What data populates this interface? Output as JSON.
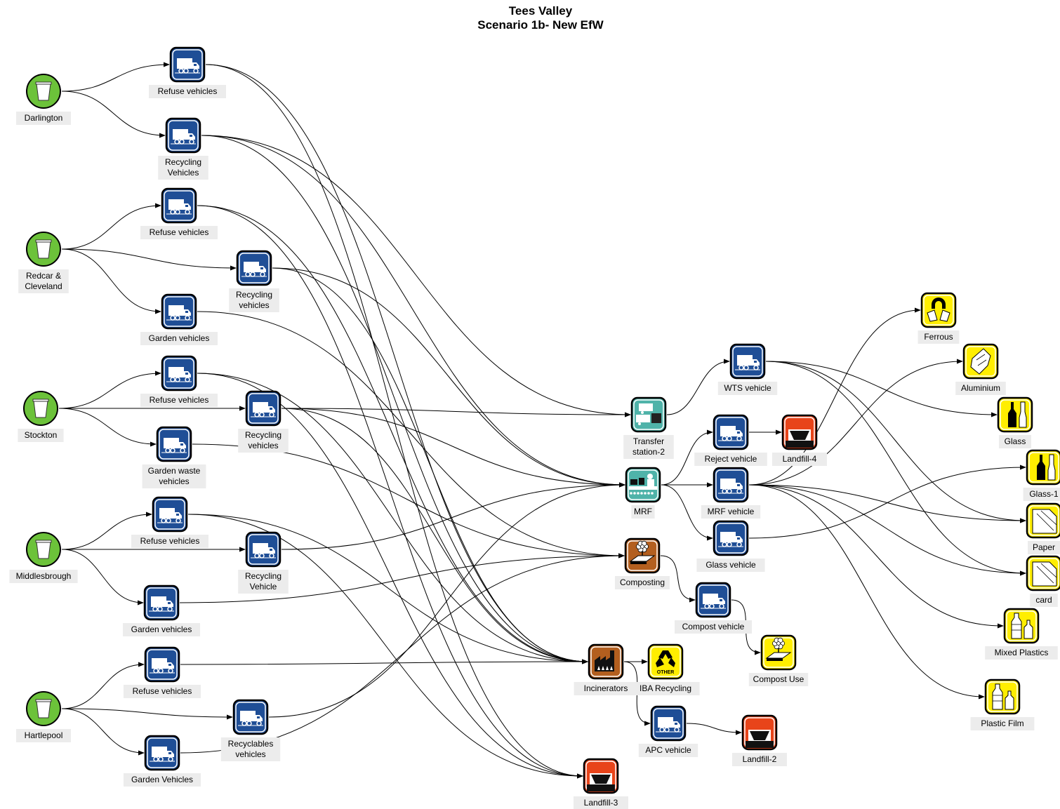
{
  "title": {
    "line1": "Tees Valley",
    "line2": "Scenario 1b- New EfW"
  },
  "colors": {
    "source": "#6cc23a",
    "vehicle": "#1f4e96",
    "transfer": "#4fb3a9",
    "composting": "#b35f1f",
    "incinerator": "#b35f1f",
    "landfill": "#e8441a",
    "product": "#ffee00",
    "edge": "#000000"
  },
  "nodes": [
    {
      "id": "darlington",
      "type": "source",
      "icon": "waste-bin-icon",
      "label": [
        "Darlington"
      ]
    },
    {
      "id": "redcar",
      "type": "source",
      "icon": "waste-bin-icon",
      "label": [
        "Redcar &",
        "Cleveland"
      ]
    },
    {
      "id": "stockton",
      "type": "source",
      "icon": "waste-bin-icon",
      "label": [
        "Stockton"
      ]
    },
    {
      "id": "middlesbrough",
      "type": "source",
      "icon": "waste-bin-icon",
      "label": [
        "Middlesbrough"
      ]
    },
    {
      "id": "hartlepool",
      "type": "source",
      "icon": "waste-bin-icon",
      "label": [
        "Hartlepool"
      ]
    },
    {
      "id": "d_refuse",
      "type": "vehicle",
      "icon": "truck-icon",
      "label": [
        "Refuse vehicles"
      ]
    },
    {
      "id": "d_recycling",
      "type": "vehicle",
      "icon": "truck-icon",
      "label": [
        "Recycling",
        "Vehicles"
      ]
    },
    {
      "id": "r_refuse",
      "type": "vehicle",
      "icon": "truck-icon",
      "label": [
        "Refuse vehicles"
      ]
    },
    {
      "id": "r_recycling",
      "type": "vehicle",
      "icon": "truck-icon",
      "label": [
        "Recycling",
        "vehicles"
      ]
    },
    {
      "id": "r_garden",
      "type": "vehicle",
      "icon": "truck-icon",
      "label": [
        "Garden vehicles"
      ]
    },
    {
      "id": "s_refuse",
      "type": "vehicle",
      "icon": "truck-icon",
      "label": [
        "Refuse vehicles"
      ]
    },
    {
      "id": "s_recycling",
      "type": "vehicle",
      "icon": "truck-icon",
      "label": [
        "Recycling",
        "vehicles"
      ]
    },
    {
      "id": "s_garden",
      "type": "vehicle",
      "icon": "truck-icon",
      "label": [
        "Garden waste",
        "vehicles"
      ]
    },
    {
      "id": "m_refuse",
      "type": "vehicle",
      "icon": "truck-icon",
      "label": [
        "Refuse vehicles"
      ]
    },
    {
      "id": "m_recycling",
      "type": "vehicle",
      "icon": "truck-icon",
      "label": [
        "Recycling",
        "Vehicle"
      ]
    },
    {
      "id": "m_garden",
      "type": "vehicle",
      "icon": "truck-icon",
      "label": [
        "Garden vehicles"
      ]
    },
    {
      "id": "h_refuse",
      "type": "vehicle",
      "icon": "truck-icon",
      "label": [
        "Refuse vehicles"
      ]
    },
    {
      "id": "h_recyclables",
      "type": "vehicle",
      "icon": "truck-icon",
      "label": [
        "Recyclables",
        "vehicles"
      ]
    },
    {
      "id": "h_garden",
      "type": "vehicle",
      "icon": "truck-icon",
      "label": [
        "Garden Vehicles"
      ]
    },
    {
      "id": "transfer2",
      "type": "transfer",
      "icon": "transfer-station-icon",
      "label": [
        "Transfer",
        "station-2"
      ]
    },
    {
      "id": "mrf",
      "type": "transfer",
      "icon": "mrf-conveyor-icon",
      "label": [
        "MRF"
      ]
    },
    {
      "id": "composting",
      "type": "composting",
      "icon": "compost-flower-icon",
      "label": [
        "Composting"
      ]
    },
    {
      "id": "incinerators",
      "type": "incinerator",
      "icon": "factory-icon",
      "label": [
        "Incinerators"
      ]
    },
    {
      "id": "landfill3",
      "type": "landfill",
      "icon": "landfill-icon",
      "label": [
        "Landfill-3"
      ]
    },
    {
      "id": "wts_vehicle",
      "type": "vehicle",
      "icon": "truck-icon",
      "label": [
        "WTS vehicle"
      ]
    },
    {
      "id": "reject_vehicle",
      "type": "vehicle",
      "icon": "truck-icon",
      "label": [
        "Reject vehicle"
      ]
    },
    {
      "id": "mrf_vehicle",
      "type": "vehicle",
      "icon": "truck-icon",
      "label": [
        "MRF vehicle"
      ]
    },
    {
      "id": "glass_vehicle",
      "type": "vehicle",
      "icon": "truck-icon",
      "label": [
        "Glass vehicle"
      ]
    },
    {
      "id": "compost_vehicle",
      "type": "vehicle",
      "icon": "truck-icon",
      "label": [
        "Compost vehicle"
      ]
    },
    {
      "id": "apc_vehicle",
      "type": "vehicle",
      "icon": "truck-icon",
      "label": [
        "APC vehicle"
      ]
    },
    {
      "id": "landfill4",
      "type": "landfill",
      "icon": "landfill-icon",
      "label": [
        "Landfill-4"
      ]
    },
    {
      "id": "landfill2",
      "type": "landfill",
      "icon": "landfill-icon",
      "label": [
        "Landfill-2"
      ]
    },
    {
      "id": "iba_recycling",
      "type": "product",
      "icon": "recycle-other-icon",
      "label": [
        "IBA Recycling"
      ],
      "icon_text": "OTHER"
    },
    {
      "id": "compost_use",
      "type": "product",
      "icon": "compost-flower-icon",
      "label": [
        "Compost Use"
      ]
    },
    {
      "id": "ferrous",
      "type": "product",
      "icon": "magnet-icon",
      "label": [
        "Ferrous"
      ]
    },
    {
      "id": "aluminium",
      "type": "product",
      "icon": "can-icon",
      "label": [
        "Aluminium"
      ]
    },
    {
      "id": "glass",
      "type": "product",
      "icon": "bottle-icon",
      "label": [
        "Glass"
      ]
    },
    {
      "id": "glass1",
      "type": "product",
      "icon": "bottle-icon",
      "label": [
        "Glass-1"
      ]
    },
    {
      "id": "paper",
      "type": "product",
      "icon": "paper-icon",
      "label": [
        "Paper"
      ]
    },
    {
      "id": "card",
      "type": "product",
      "icon": "paper-icon",
      "label": [
        "card"
      ]
    },
    {
      "id": "mixed_plastics",
      "type": "product",
      "icon": "plastic-bottles-icon",
      "label": [
        "Mixed Plastics"
      ]
    },
    {
      "id": "plastic_film",
      "type": "product",
      "icon": "plastic-bottles-icon",
      "label": [
        "Plastic Film"
      ]
    }
  ],
  "edges": [
    [
      "darlington",
      "d_refuse"
    ],
    [
      "darlington",
      "d_recycling"
    ],
    [
      "redcar",
      "r_refuse"
    ],
    [
      "redcar",
      "r_recycling"
    ],
    [
      "redcar",
      "r_garden"
    ],
    [
      "stockton",
      "s_refuse"
    ],
    [
      "stockton",
      "s_recycling"
    ],
    [
      "stockton",
      "s_garden"
    ],
    [
      "middlesbrough",
      "m_refuse"
    ],
    [
      "middlesbrough",
      "m_recycling"
    ],
    [
      "middlesbrough",
      "m_garden"
    ],
    [
      "hartlepool",
      "h_refuse"
    ],
    [
      "hartlepool",
      "h_recyclables"
    ],
    [
      "hartlepool",
      "h_garden"
    ],
    [
      "d_refuse",
      "incinerators"
    ],
    [
      "d_refuse",
      "landfill3"
    ],
    [
      "d_recycling",
      "transfer2"
    ],
    [
      "d_recycling",
      "mrf"
    ],
    [
      "d_recycling",
      "incinerators"
    ],
    [
      "r_refuse",
      "incinerators"
    ],
    [
      "r_refuse",
      "landfill3"
    ],
    [
      "r_recycling",
      "mrf"
    ],
    [
      "r_recycling",
      "incinerators"
    ],
    [
      "r_garden",
      "composting"
    ],
    [
      "s_refuse",
      "incinerators"
    ],
    [
      "s_refuse",
      "landfill3"
    ],
    [
      "s_recycling",
      "transfer2"
    ],
    [
      "s_recycling",
      "mrf"
    ],
    [
      "s_recycling",
      "incinerators"
    ],
    [
      "s_garden",
      "composting"
    ],
    [
      "m_refuse",
      "incinerators"
    ],
    [
      "m_refuse",
      "landfill3"
    ],
    [
      "m_recycling",
      "mrf"
    ],
    [
      "m_garden",
      "composting"
    ],
    [
      "h_refuse",
      "incinerators"
    ],
    [
      "h_recyclables",
      "mrf"
    ],
    [
      "h_garden",
      "composting"
    ],
    [
      "transfer2",
      "wts_vehicle"
    ],
    [
      "mrf",
      "reject_vehicle"
    ],
    [
      "mrf",
      "mrf_vehicle"
    ],
    [
      "mrf",
      "glass_vehicle"
    ],
    [
      "composting",
      "compost_vehicle"
    ],
    [
      "incinerators",
      "iba_recycling"
    ],
    [
      "incinerators",
      "apc_vehicle"
    ],
    [
      "reject_vehicle",
      "landfill4"
    ],
    [
      "compost_vehicle",
      "compost_use"
    ],
    [
      "apc_vehicle",
      "landfill2"
    ],
    [
      "wts_vehicle",
      "glass"
    ],
    [
      "wts_vehicle",
      "paper"
    ],
    [
      "wts_vehicle",
      "card"
    ],
    [
      "mrf_vehicle",
      "ferrous"
    ],
    [
      "mrf_vehicle",
      "aluminium"
    ],
    [
      "mrf_vehicle",
      "paper"
    ],
    [
      "mrf_vehicle",
      "card"
    ],
    [
      "mrf_vehicle",
      "mixed_plastics"
    ],
    [
      "mrf_vehicle",
      "plastic_film"
    ],
    [
      "glass_vehicle",
      "glass1"
    ]
  ]
}
